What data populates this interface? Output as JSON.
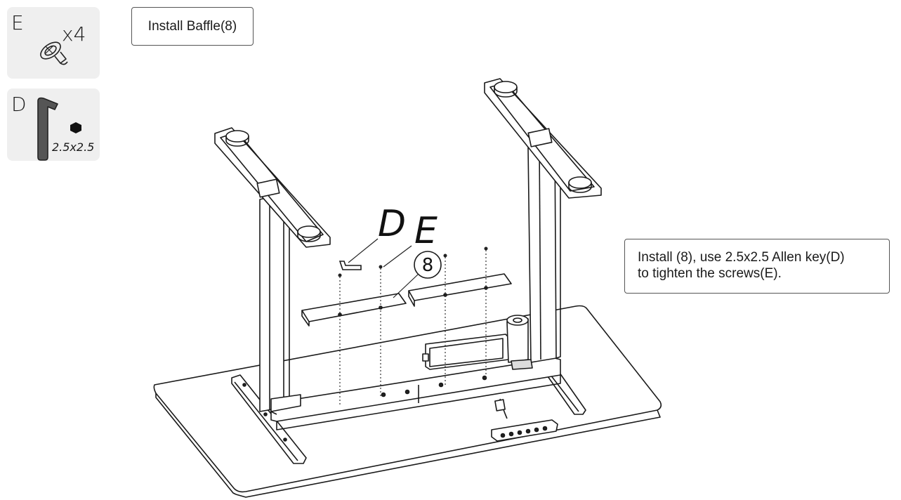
{
  "title": "Install Baffle(8)",
  "instruction": "Install (8), use 2.5x2.5 Allen key(D)\nto tighten the screws(E).",
  "parts": [
    {
      "letter": "E",
      "quantity": "x4",
      "icon": "screw-icon"
    },
    {
      "letter": "D",
      "size": "2.5x2.5",
      "icon": "allen-key-icon"
    }
  ],
  "callouts": {
    "allen_key": "D",
    "screw": "E",
    "baffle": "8"
  }
}
